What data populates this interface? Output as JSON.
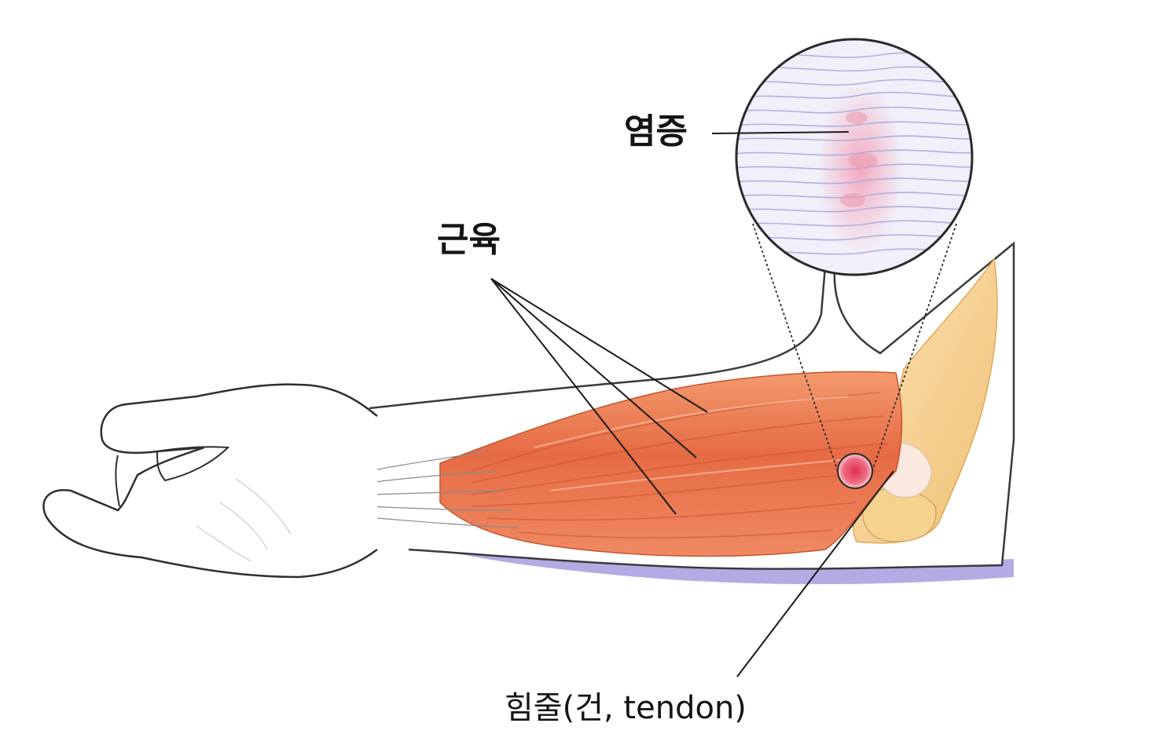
{
  "labels": {
    "inflammation": "염증",
    "muscle": "근육",
    "tendon": "힘줄(건, tendon)"
  },
  "colors": {
    "background": "#ffffff",
    "outline": "#2a2a2a",
    "muscle": "#e8734f",
    "muscle_light": "#f4a27a",
    "tendon": "#f2c983",
    "shadow": "#9d8fd8",
    "inflammation": "#e83a5c",
    "fiber": "#b7b6e0"
  }
}
